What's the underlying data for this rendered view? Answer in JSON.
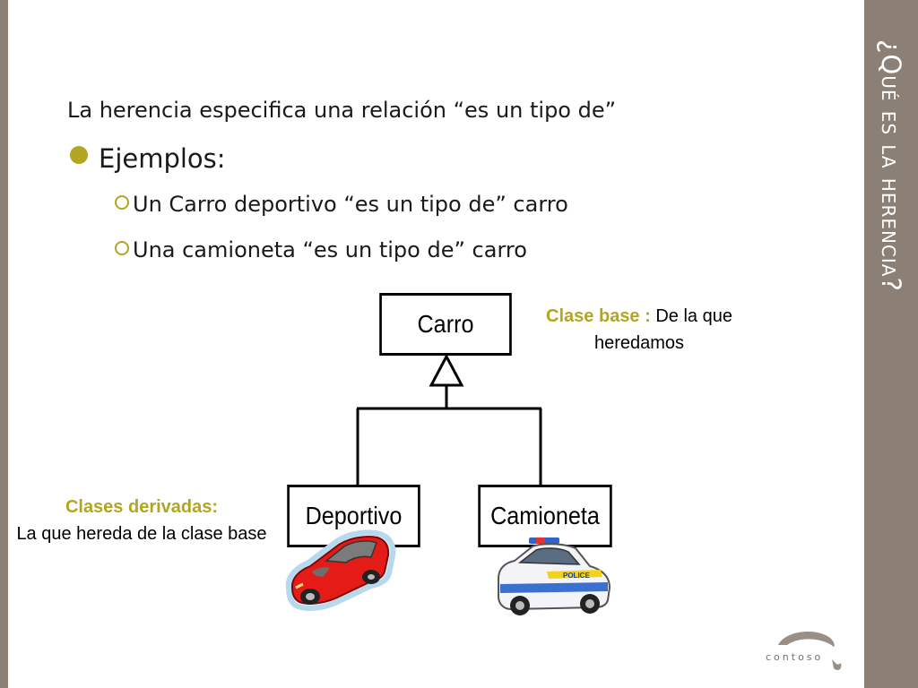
{
  "slide": {
    "title": "¿Qué es la herencia?",
    "intro": "La herencia especifica una relación “es un tipo de”",
    "bullet": "Ejemplos:",
    "sub_items": [
      "Un Carro deportivo “es un tipo de” carro",
      "Una camioneta “es un tipo de” carro"
    ]
  },
  "diagram": {
    "base_class": "Carro",
    "derived_classes": [
      "Deportivo",
      "Camioneta"
    ],
    "base_note": {
      "label": "Clase base :",
      "text": " De la que heredamos"
    },
    "derived_note": {
      "label": "Clases derivadas:",
      "text": "La que hereda de la clase base"
    }
  },
  "images": {
    "sports_car": "red-sports-car-icon",
    "police_car": "police-car-icon",
    "police_text": "POLICE"
  },
  "logo": {
    "text": "contoso"
  },
  "colors": {
    "accent": "#b2a621",
    "sidebar": "#8b7f76",
    "text": "#1a1a1a"
  }
}
